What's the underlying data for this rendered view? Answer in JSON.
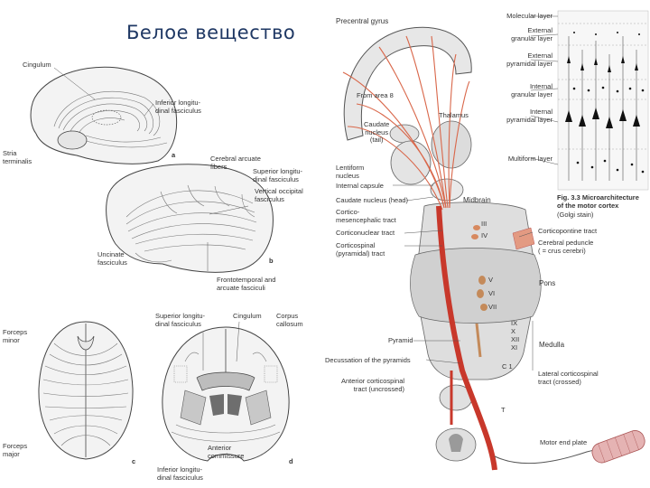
{
  "title": "Белое вещество",
  "left_panel": {
    "labels": {
      "cingulum": "Cingulum",
      "inferior_longitudinal": "Inferior longitu-\ndinal fasciculus",
      "stria_terminalis": "Stria\nterminalis",
      "panel_a": "a",
      "cerebral_arcuate": "Cerebral arcuate\nfibers",
      "superior_longitudinal": "Superior longitu-\ndinal fasciculus",
      "vertical_occipital": "Vertical occipital\nfasciculus",
      "uncinate": "Uncinate\nfasciculus",
      "panel_b": "b",
      "frontotemporal": "Frontotemporal and\narcuate fasciculi",
      "forceps_minor": "Forceps\nminor",
      "forceps_major": "Forceps\nmajor",
      "panel_c": "c",
      "sup_long_d": "Superior longitu-\ndinal fasciculus",
      "cingulum_d": "Cingulum",
      "corpus_callosum": "Corpus\ncallosum",
      "anterior_commissure": "Anterior\ncommissure",
      "inf_long_d": "Inferior longitu-\ndinal fasciculus",
      "panel_d": "d"
    }
  },
  "right_panel": {
    "labels": {
      "precentral_gyrus": "Precentral gyrus",
      "from_area_8": "From area 8",
      "caudate_tail": "Caudate\nnucleus\n(tail)",
      "thalamus": "Thalamus",
      "lentiform": "Lentiform\nnucleus",
      "internal_capsule": "Internal capsule",
      "caudate_head": "Caudate nucleus (head)",
      "midbrain": "Midbrain",
      "cortico_mesencephalic": "Cortico-\nmesencephalic tract",
      "corticonuclear": "Corticonuclear tract",
      "corticospinal": "Corticospinal\n(pyramidal) tract",
      "corticopontine": "Corticopontine tract",
      "cerebral_peduncle": "Cerebral peduncle\n( = crus cerebri)",
      "pons": "Pons",
      "medulla": "Medulla",
      "pyramid": "Pyramid",
      "decussation": "Decussation of the pyramids",
      "anterior_cst": "Anterior corticospinal\ntract (uncrossed)",
      "lateral_cst": "Lateral corticospinal\ntract (crossed)",
      "motor_end_plate": "Motor end plate",
      "c1": "C 1",
      "t": "T",
      "nerve_III": "III",
      "nerve_IV": "IV",
      "nerve_V": "V",
      "nerve_VI": "VI",
      "nerve_VII": "VII",
      "nerve_IX": "IX",
      "nerve_X": "X",
      "nerve_XII": "XII",
      "nerve_XI": "XI"
    },
    "cortex_layers": [
      "Molecular layer",
      "External\ngranular layer",
      "External\npyramidal layer",
      "Internal\ngranular layer",
      "Internal\npyramidal layer",
      "Multiform layer"
    ],
    "figure_caption_bold": "Fig. 3.3 Microarchitecture\nof the motor cortex",
    "figure_caption_normal": "(Golgi stain)"
  },
  "colors": {
    "title": "#1f3864",
    "tract_red": "#c8382b",
    "fiber_salmon": "#e58a6e",
    "brain_gray": "#d7d7d7"
  }
}
